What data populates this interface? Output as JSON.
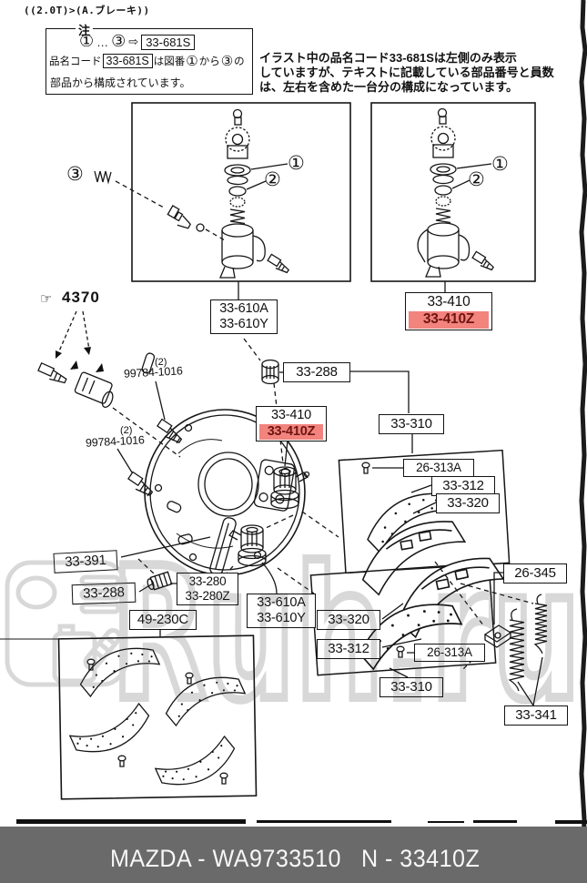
{
  "page": {
    "header_code": "((2.0T)>(A.ブレーキ))",
    "note": {
      "title": "注",
      "ellipsis": "…",
      "arrow": "⇨",
      "code": "33-681S",
      "body_pre": "品名コード",
      "body_mid": "は図番",
      "body_kara": "から",
      "body_no": "の",
      "body_line2": "部品から構成されています。"
    },
    "notice_lines": [
      "イラスト中の品名コード33-681Sは左側のみ表示",
      "していますが、テキストに記載している部品番号と員数",
      "は、左右を含めた一台分の構成になっています。"
    ]
  },
  "callouts": {
    "one": "①",
    "two": "②",
    "three": "③"
  },
  "icons": {
    "pointer_hand": "☞"
  },
  "labels": {
    "l33_610A": "33-610A",
    "l33_610Y": "33-610Y",
    "l33_410": "33-410",
    "l33_410Z": "33-410Z",
    "ref4370": "4370",
    "qty2": "(2)",
    "l99784_1016": "99784-1016",
    "l33_288": "33-288",
    "l33_310": "33-310",
    "l26_313A": "26-313A",
    "l33_312": "33-312",
    "l33_320": "33-320",
    "l33_391": "33-391",
    "l33_280": "33-280",
    "l33_280Z": "33-280Z",
    "l49_230C": "49-230C",
    "l26_345": "26-345",
    "l33_341": "33-341"
  },
  "watermark": {
    "text": "Ruh.ru"
  },
  "footer": {
    "catalog": "MAZDA - WA9733510",
    "part": "N - 33410Z"
  },
  "colors": {
    "highlight_bg": "#f2837d",
    "highlight_text": "#6e1511",
    "footer_bg": "#6a6a6a",
    "watermark": "#d8d8d8",
    "line": "#161616"
  }
}
